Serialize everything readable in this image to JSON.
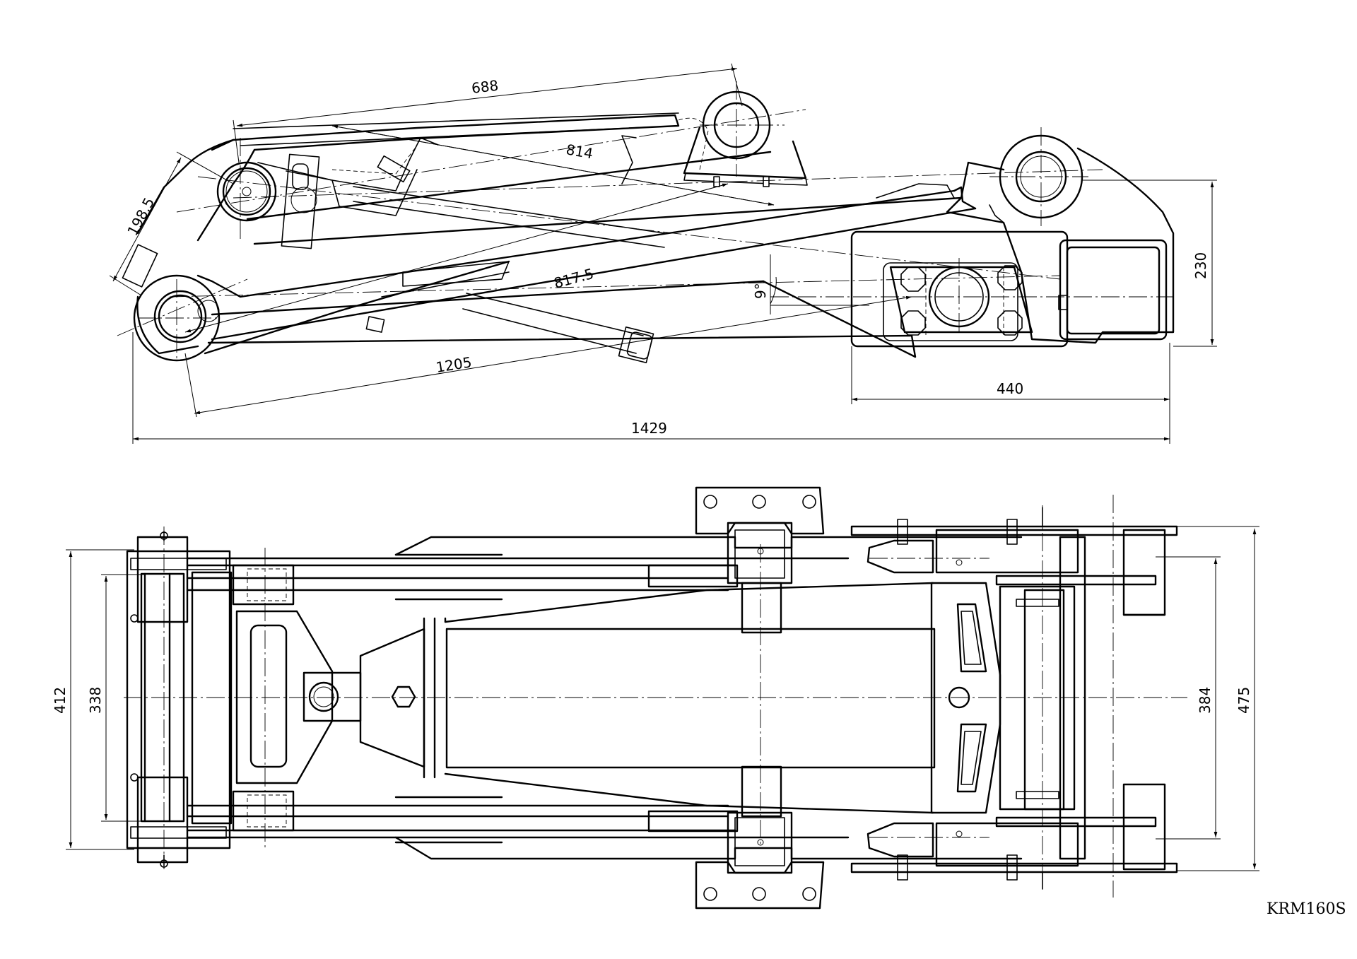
{
  "drawing_code": "KRM160S",
  "side_view": {
    "dimensions": {
      "link_length": "688",
      "cylinder_pivot": "814",
      "diagonal_brace": "817.5",
      "lower_span": "1205",
      "pin_spacing": "198.5",
      "tilt_angle": "9°",
      "mount_height": "230",
      "mount_width": "440",
      "overall_length": "1429"
    }
  },
  "top_view": {
    "dimensions": {
      "outer_width": "412",
      "inner_width": "338",
      "frame_width": "384",
      "overall_width": "475"
    }
  }
}
